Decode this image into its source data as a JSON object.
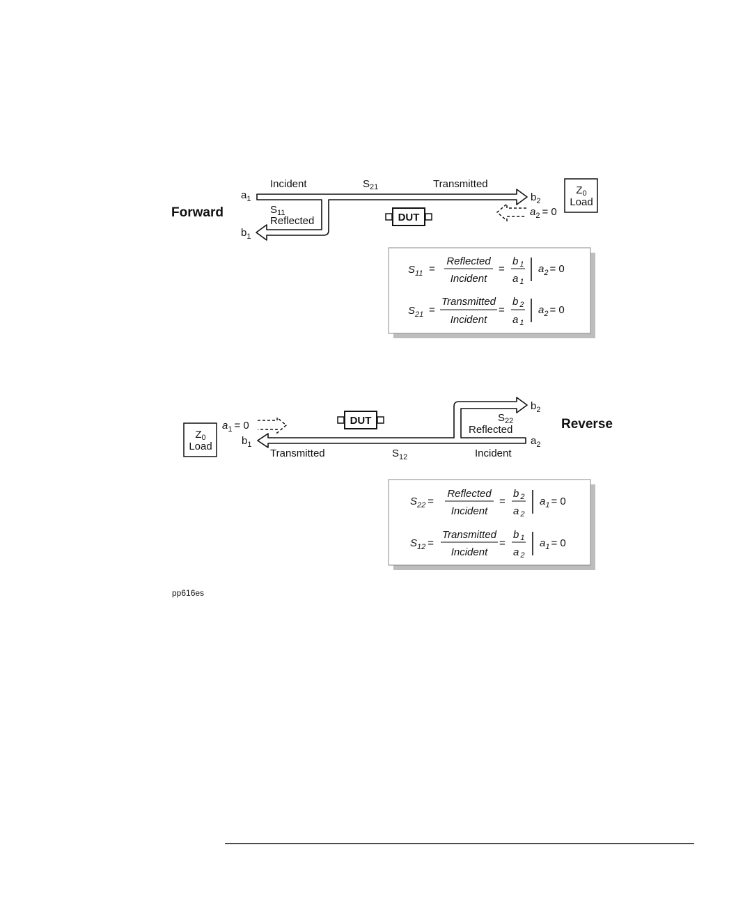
{
  "forward": {
    "title": "Forward",
    "a1": "a",
    "a1_sub": "1",
    "b1": "b",
    "b1_sub": "1",
    "b2": "b",
    "b2_sub": "2",
    "a2": "a",
    "a2_sub": "2",
    "a2_eq": "= 0",
    "incident": "Incident",
    "transmitted": "Transmitted",
    "s21": "S",
    "s21_sub": "21",
    "s11": "S",
    "s11_sub": "11",
    "reflected": "Reflected",
    "dut": "DUT",
    "load_z": "Z",
    "load_z_sub": "0",
    "load_label": "Load",
    "equations": [
      {
        "lhs": "S",
        "lhs_sub": "11",
        "num": "Reflected",
        "den": "Incident",
        "fnum": "b",
        "fnum_sub": "1",
        "fden": "a",
        "fden_sub": "1",
        "cond": "a",
        "cond_sub": "2",
        "cond_eq": "= 0"
      },
      {
        "lhs": "S",
        "lhs_sub": "21",
        "num": "Transmitted",
        "den": "Incident",
        "fnum": "b",
        "fnum_sub": "2",
        "fden": "a",
        "fden_sub": "1",
        "cond": "a",
        "cond_sub": "2",
        "cond_eq": "= 0"
      }
    ]
  },
  "reverse": {
    "title": "Reverse",
    "a1": "a",
    "a1_sub": "1",
    "a1_eq": "= 0",
    "b1": "b",
    "b1_sub": "1",
    "b2": "b",
    "b2_sub": "2",
    "a2": "a",
    "a2_sub": "2",
    "incident": "Incident",
    "transmitted": "Transmitted",
    "s12": "S",
    "s12_sub": "12",
    "s22": "S",
    "s22_sub": "22",
    "reflected": "Reflected",
    "dut": "DUT",
    "load_z": "Z",
    "load_z_sub": "0",
    "load_label": "Load",
    "equations": [
      {
        "lhs": "S",
        "lhs_sub": "22",
        "num": "Reflected",
        "den": "Incident",
        "fnum": "b",
        "fnum_sub": "2",
        "fden": "a",
        "fden_sub": "2",
        "cond": "a",
        "cond_sub": "1",
        "cond_eq": "= 0"
      },
      {
        "lhs": "S",
        "lhs_sub": "12",
        "num": "Transmitted",
        "den": "Incident",
        "fnum": "b",
        "fnum_sub": "1",
        "fden": "a",
        "fden_sub": "2",
        "cond": "a",
        "cond_sub": "1",
        "cond_eq": "= 0"
      }
    ]
  },
  "equals": "=",
  "caption": "pp616es"
}
